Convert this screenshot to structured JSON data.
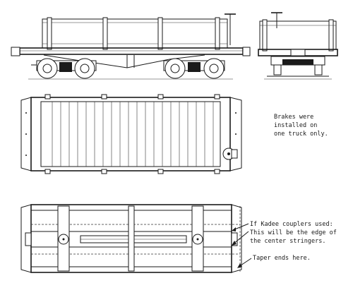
{
  "notes": {
    "brakes": [
      "Brakes were",
      "installed on",
      "one truck only."
    ],
    "kadee": [
      "If Kadee couplers used:",
      "This will be the edge of",
      "the center stringers."
    ],
    "taper": "Taper ends here."
  },
  "colors": {
    "ink": "#1a1a1a",
    "paper": "#ffffff"
  }
}
